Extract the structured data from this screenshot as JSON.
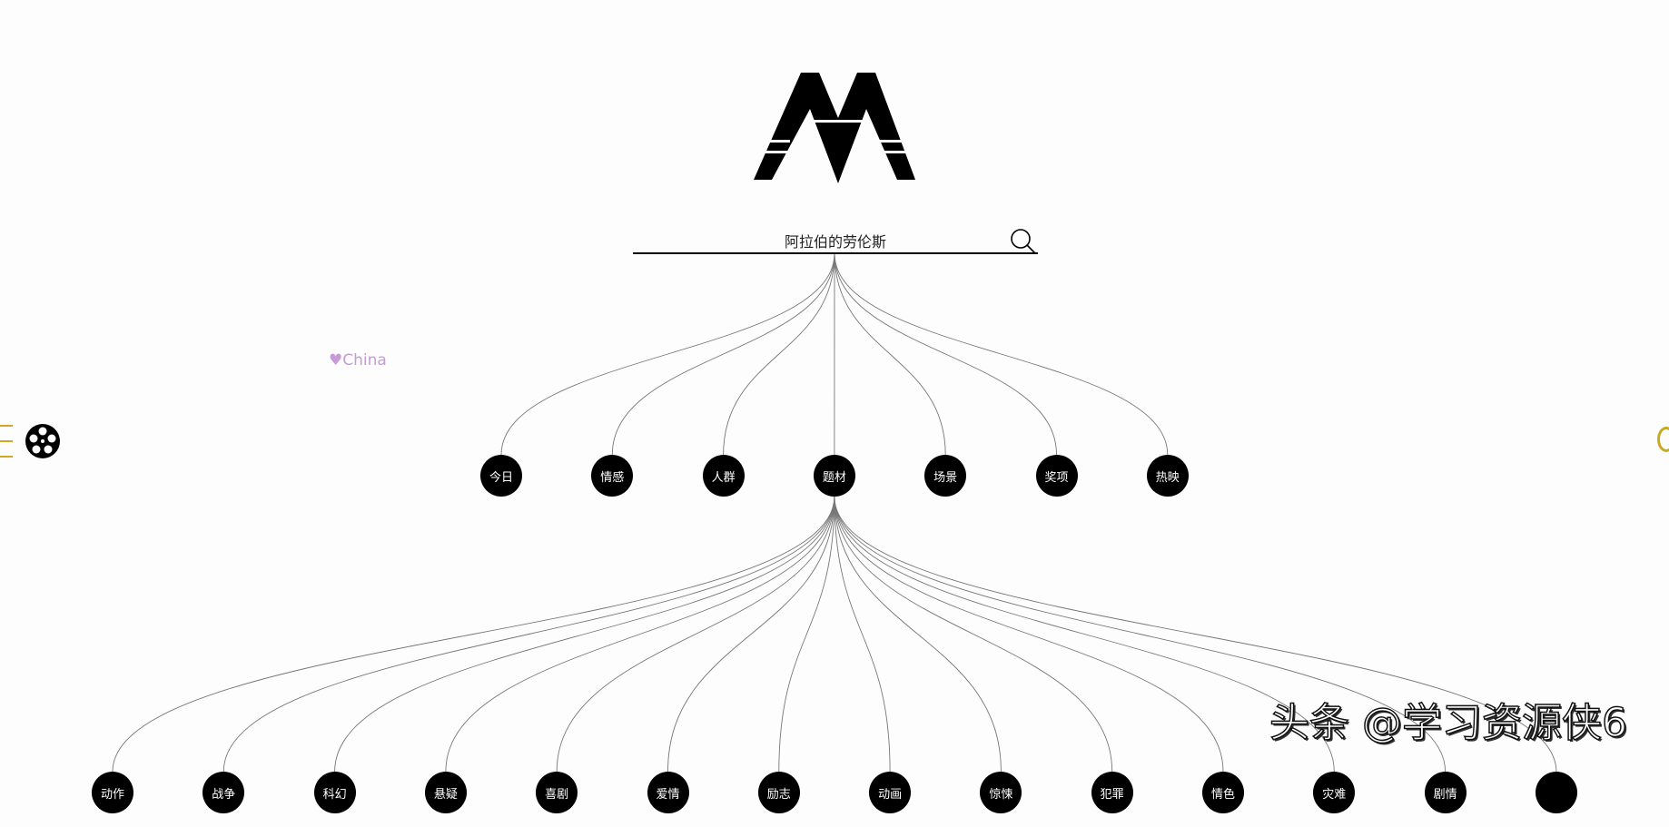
{
  "search": {
    "value": "阿拉伯的劳伦斯"
  },
  "categories": [
    "今日",
    "情感",
    "人群",
    "题材",
    "场景",
    "奖项",
    "热映"
  ],
  "selected_category": "题材",
  "subcategories": [
    "动作",
    "战争",
    "科幻",
    "悬疑",
    "喜剧",
    "爱情",
    "励志",
    "动画",
    "惊悚",
    "犯罪",
    "情色",
    "灾难",
    "剧情",
    ""
  ],
  "china_label": "China",
  "watermark": "头条 @学习资源侠6",
  "colors": {
    "accent": "#d9a520",
    "china": "#c79ad8",
    "node": "#000000"
  },
  "icons": {
    "menu": "menu-icon",
    "reel": "film-reel-icon",
    "search": "search-icon",
    "heart": "heart-icon"
  }
}
